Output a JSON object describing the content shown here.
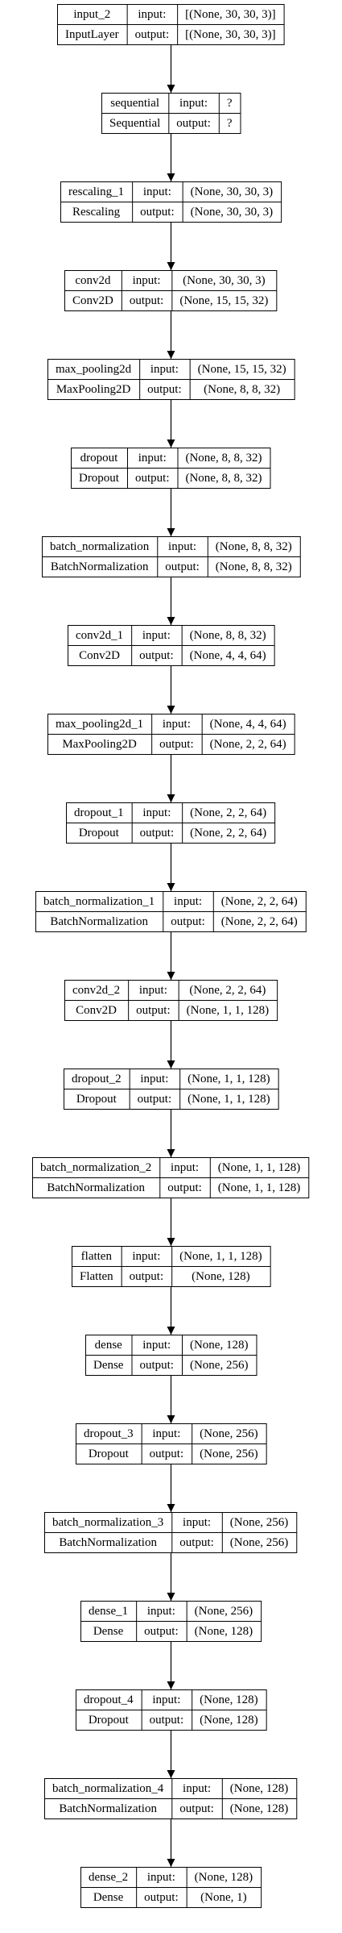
{
  "layers": [
    {
      "name": "input_2",
      "type": "InputLayer",
      "input": "[(None, 30, 30, 3)]",
      "output": "[(None, 30, 30, 3)]"
    },
    {
      "name": "sequential",
      "type": "Sequential",
      "input": "?",
      "output": "?"
    },
    {
      "name": "rescaling_1",
      "type": "Rescaling",
      "input": "(None, 30, 30, 3)",
      "output": "(None, 30, 30, 3)"
    },
    {
      "name": "conv2d",
      "type": "Conv2D",
      "input": "(None, 30, 30, 3)",
      "output": "(None, 15, 15, 32)"
    },
    {
      "name": "max_pooling2d",
      "type": "MaxPooling2D",
      "input": "(None, 15, 15, 32)",
      "output": "(None, 8, 8, 32)"
    },
    {
      "name": "dropout",
      "type": "Dropout",
      "input": "(None, 8, 8, 32)",
      "output": "(None, 8, 8, 32)"
    },
    {
      "name": "batch_normalization",
      "type": "BatchNormalization",
      "input": "(None, 8, 8, 32)",
      "output": "(None, 8, 8, 32)"
    },
    {
      "name": "conv2d_1",
      "type": "Conv2D",
      "input": "(None, 8, 8, 32)",
      "output": "(None, 4, 4, 64)"
    },
    {
      "name": "max_pooling2d_1",
      "type": "MaxPooling2D",
      "input": "(None, 4, 4, 64)",
      "output": "(None, 2, 2, 64)"
    },
    {
      "name": "dropout_1",
      "type": "Dropout",
      "input": "(None, 2, 2, 64)",
      "output": "(None, 2, 2, 64)"
    },
    {
      "name": "batch_normalization_1",
      "type": "BatchNormalization",
      "input": "(None, 2, 2, 64)",
      "output": "(None, 2, 2, 64)"
    },
    {
      "name": "conv2d_2",
      "type": "Conv2D",
      "input": "(None, 2, 2, 64)",
      "output": "(None, 1, 1, 128)"
    },
    {
      "name": "dropout_2",
      "type": "Dropout",
      "input": "(None, 1, 1, 128)",
      "output": "(None, 1, 1, 128)"
    },
    {
      "name": "batch_normalization_2",
      "type": "BatchNormalization",
      "input": "(None, 1, 1, 128)",
      "output": "(None, 1, 1, 128)"
    },
    {
      "name": "flatten",
      "type": "Flatten",
      "input": "(None, 1, 1, 128)",
      "output": "(None, 128)"
    },
    {
      "name": "dense",
      "type": "Dense",
      "input": "(None, 128)",
      "output": "(None, 256)"
    },
    {
      "name": "dropout_3",
      "type": "Dropout",
      "input": "(None, 256)",
      "output": "(None, 256)"
    },
    {
      "name": "batch_normalization_3",
      "type": "BatchNormalization",
      "input": "(None, 256)",
      "output": "(None, 256)"
    },
    {
      "name": "dense_1",
      "type": "Dense",
      "input": "(None, 256)",
      "output": "(None, 128)"
    },
    {
      "name": "dropout_4",
      "type": "Dropout",
      "input": "(None, 128)",
      "output": "(None, 128)"
    },
    {
      "name": "batch_normalization_4",
      "type": "BatchNormalization",
      "input": "(None, 128)",
      "output": "(None, 128)"
    },
    {
      "name": "dense_2",
      "type": "Dense",
      "input": "(None, 128)",
      "output": "(None, 1)"
    }
  ],
  "labels": {
    "input": "input:",
    "output": "output:"
  },
  "colors": {
    "stroke": "#000000",
    "background": "#ffffff",
    "text": "#000000"
  }
}
